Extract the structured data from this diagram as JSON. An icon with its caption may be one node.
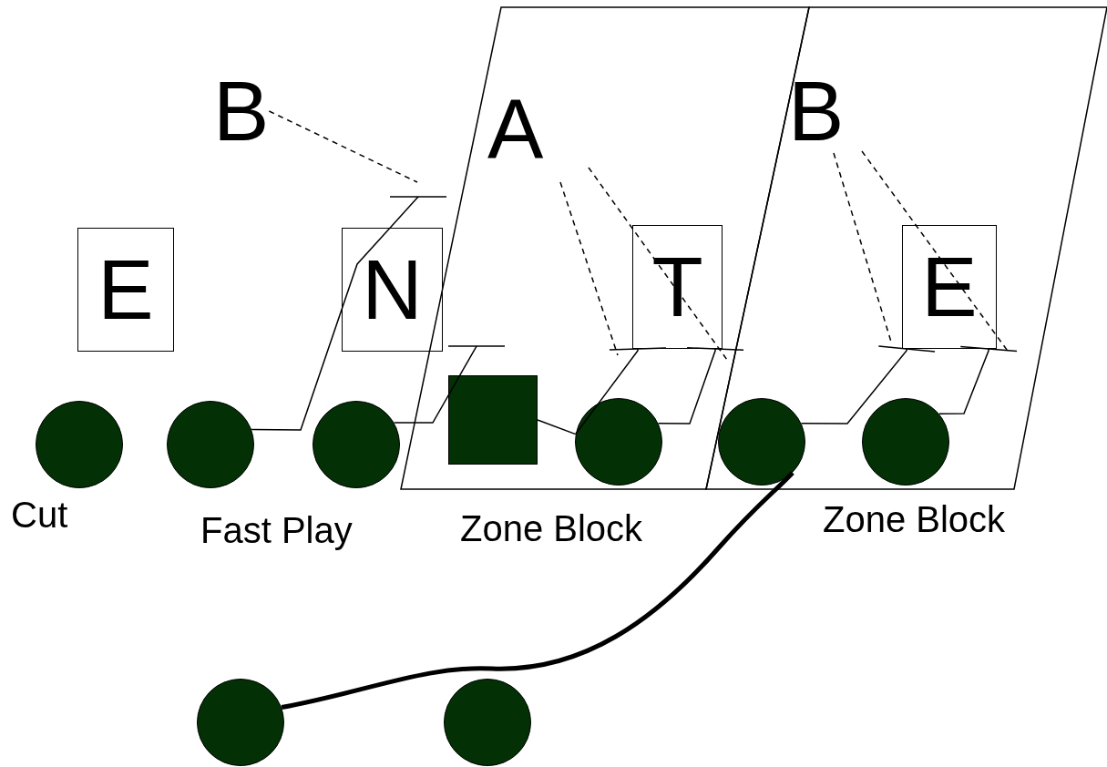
{
  "diagram": {
    "nodes": [
      {
        "text": [
          "B"
        ]
      },
      {
        "text": [
          "A"
        ]
      },
      {
        "text": [
          "B"
        ]
      },
      {
        "text": [
          "E"
        ]
      },
      {
        "text": [
          "N"
        ]
      },
      {
        "text": [
          "T"
        ],
        "in": 1
      },
      {
        "text": [
          "E"
        ],
        "in": 2
      },
      {
        "text": [],
        "shape": "circle"
      },
      {
        "text": [],
        "shape": "circle"
      },
      {
        "text": [],
        "shape": "circle"
      },
      {
        "text": [],
        "shape": "box",
        "in": 1
      },
      {
        "text": [],
        "shape": "circle",
        "in": 1
      },
      {
        "text": [],
        "shape": "circle",
        "in": 2
      },
      {
        "text": [],
        "shape": "circle",
        "in": 2
      },
      {
        "text": [],
        "shape": "circle"
      },
      {
        "text": [],
        "shape": "circle"
      }
    ],
    "edges": [
      {
        "from": 0,
        "to": null,
        "arrow": "none",
        "style": "dashed"
      },
      {
        "from": 8,
        "to": null,
        "arrow": "other"
      },
      {
        "from": 9,
        "to": null,
        "arrow": "other"
      },
      {
        "from": 10,
        "to": 11,
        "arrow": "none"
      },
      {
        "from": 11,
        "to": 5,
        "arrow": "other"
      },
      {
        "from": 11,
        "to": 5,
        "arrow": "other"
      },
      {
        "from": 12,
        "to": 6,
        "arrow": "other"
      },
      {
        "from": 13,
        "to": 6,
        "arrow": "other"
      },
      {
        "from": 14,
        "to": 12,
        "arrow": "none",
        "style": "thick"
      }
    ],
    "labels": [
      "Cut",
      "Fast Play",
      "Zone Block",
      "Zone Block"
    ]
  }
}
